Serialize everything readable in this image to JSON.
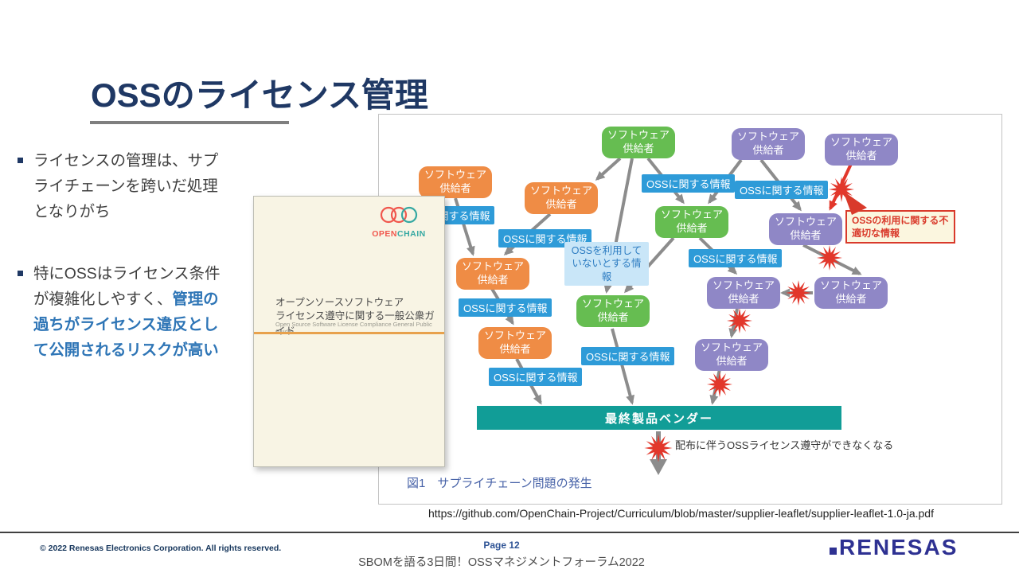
{
  "slide": {
    "title": "OSSのライセンス管理",
    "bullet1": "ライセンスの管理は、サプライチェーンを跨いだ処理となりがち",
    "bullet2_normal": "特にOSSはライセンス条件が複雑化しやすく、",
    "bullet2_highlight": "管理の過ちがライセンス違反として公開されるリスクが高い"
  },
  "book": {
    "logo_open": "OPEN",
    "logo_chain": "CHAIN",
    "title_ja1": "オープンソースソフトウェア",
    "title_ja2": "ライセンス遵守に関する一般公衆ガイド",
    "title_en": "Open Source Software License Compliance General Public Guide"
  },
  "diagram": {
    "supplier": "ソフトウェア供給者",
    "oss_info": "OSSに関する情報",
    "no_oss_info": "OSSを利用していないとする情報",
    "improper_info": "OSSの利用に関する不適切な情報",
    "vendor": "最終製品ベンダー",
    "violation_note": "配布に伴うOSSライセンス遵守ができなくなる",
    "caption": "図1　サプライチェーン問題の発生"
  },
  "source_url": "https://github.com/OpenChain-Project/Curriculum/blob/master/supplier-leaflet/supplier-leaflet-1.0-ja.pdf",
  "footer": {
    "copyright": "© 2022 Renesas Electronics Corporation. All rights reserved.",
    "page": "Page 12",
    "event": "SBOMを語る3日間！OSSマネジメントフォーラム2022",
    "brand": "RENESAS"
  },
  "colors": {
    "orange": "#EF8C45",
    "green": "#66BD51",
    "purple": "#8F87C6",
    "info_blue": "#2E9BD8",
    "light_blue": "#C9E6F8",
    "teal": "#119D97",
    "red": "#E2372B",
    "arrow_gray": "#8C8C8C",
    "title_navy": "#1F3864",
    "highlight_blue": "#2E75B6",
    "brand_blue": "#2E3192"
  }
}
